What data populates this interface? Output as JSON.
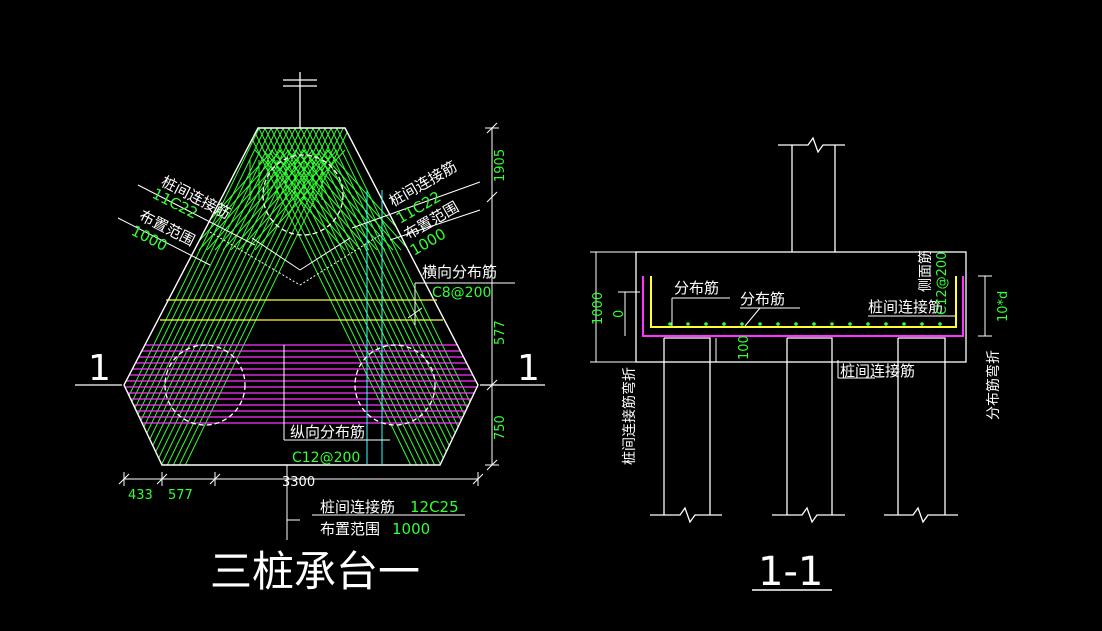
{
  "colors": {
    "background": "#000000",
    "outline": "#ffffff",
    "rebar_green": "#33ff33",
    "magenta": "#ff33ff",
    "yellow": "#ffff33",
    "cyan": "#33ffff",
    "dim_text": "#33ff33"
  },
  "plan": {
    "title": "三桩承台一",
    "section_mark_left": "1",
    "section_mark_right": "1",
    "label_left_1": "桩间连接筋",
    "label_left_2": "11C22",
    "label_left_3": "布置范围",
    "label_left_4": "1000",
    "label_right_1": "桩间连接筋",
    "label_right_2": "11C22",
    "label_right_3": "布置范围",
    "label_right_4": "1000",
    "transverse_label": "横向分布筋",
    "transverse_value": "C8@200",
    "longitudinal_label": "纵向分布筋",
    "longitudinal_value": "C12@200",
    "bottom_label_1": "桩间连接筋",
    "bottom_value_1": "12C25",
    "bottom_label_2": "布置范围",
    "bottom_value_2": "1000",
    "dim_1905": "1905",
    "dim_577_v": "577",
    "dim_750": "750",
    "dim_433": "433",
    "dim_577_h": "577",
    "dim_3300": "3300"
  },
  "section": {
    "title": "1-1",
    "label_fb1": "分布筋",
    "label_fb2": "分布筋",
    "label_zj": "桩间连接筋",
    "label_zj_bottom": "桩间连接筋",
    "label_side": "侧面筋",
    "label_side_val": "C12@200",
    "label_right_vert": "分布筋弯折",
    "label_right_val": "10*d",
    "label_left_vert": "桩间连接筋弯折",
    "dim_1000": "1000",
    "dim_0": "0",
    "dim_100": "100"
  }
}
